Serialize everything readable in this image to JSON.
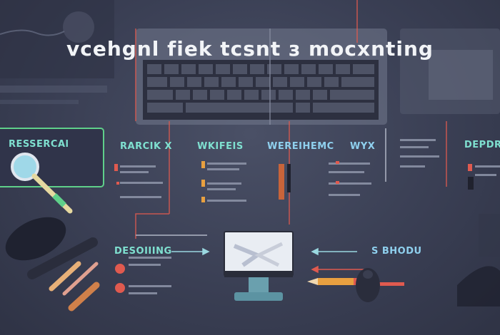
{
  "title": "vcehgnl fiek tcsnt з mocxnting",
  "labels": {
    "research": "RESSERCAl",
    "rarck": "RARCIK X",
    "wkifeis": "WKIFEIS",
    "wereihemc": "WEREIHEMC",
    "wyx": "WYX",
    "depr": "DEPDRA",
    "design": "DESOIIING",
    "shodu": "S BHODU"
  },
  "colors": {
    "background": "#3c4156",
    "accent_teal": "#7fe0d0",
    "accent_green": "#5fd08a",
    "accent_red": "#e05a4f",
    "accent_orange": "#e8a040"
  }
}
